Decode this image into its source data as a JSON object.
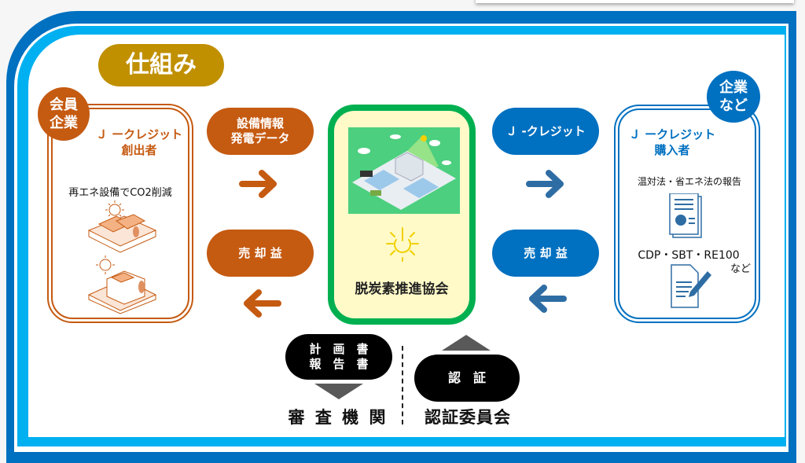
{
  "title": "仕組み",
  "left_party": {
    "badge": "会員\n企業",
    "title_line1": "Ｊ ークレジット",
    "title_line2": "創出者",
    "note": "再エネ設備でCO2削減"
  },
  "right_party": {
    "badge": "企業\nなど",
    "title_line1": "Ｊ ークレジット",
    "title_line2": "購入者",
    "note1": "温対法・省エネ法の報告",
    "note2": "CDP・SBT・RE100",
    "note3": "など"
  },
  "left_flows": {
    "top_label": "設備情報\n発電データ",
    "bottom_label": "売 却 益"
  },
  "right_flows": {
    "top_label": "Ｊ -クレジット",
    "bottom_label": "売 却 益"
  },
  "center": {
    "name": "脱炭素推進協会"
  },
  "bottom": {
    "review_pill": "計　画　書\n報　告　書",
    "review_body": "審 査 機 関",
    "cert_pill": "認　証",
    "cert_body": "認証委員会"
  },
  "colors": {
    "frame_dark": "#0070c0",
    "frame_light": "#00b0f0",
    "orange": "#c55a11",
    "gold": "#c09000",
    "green": "#00b050",
    "center_fill": "#fffac8",
    "arrow_blue": "#2e6da4"
  }
}
